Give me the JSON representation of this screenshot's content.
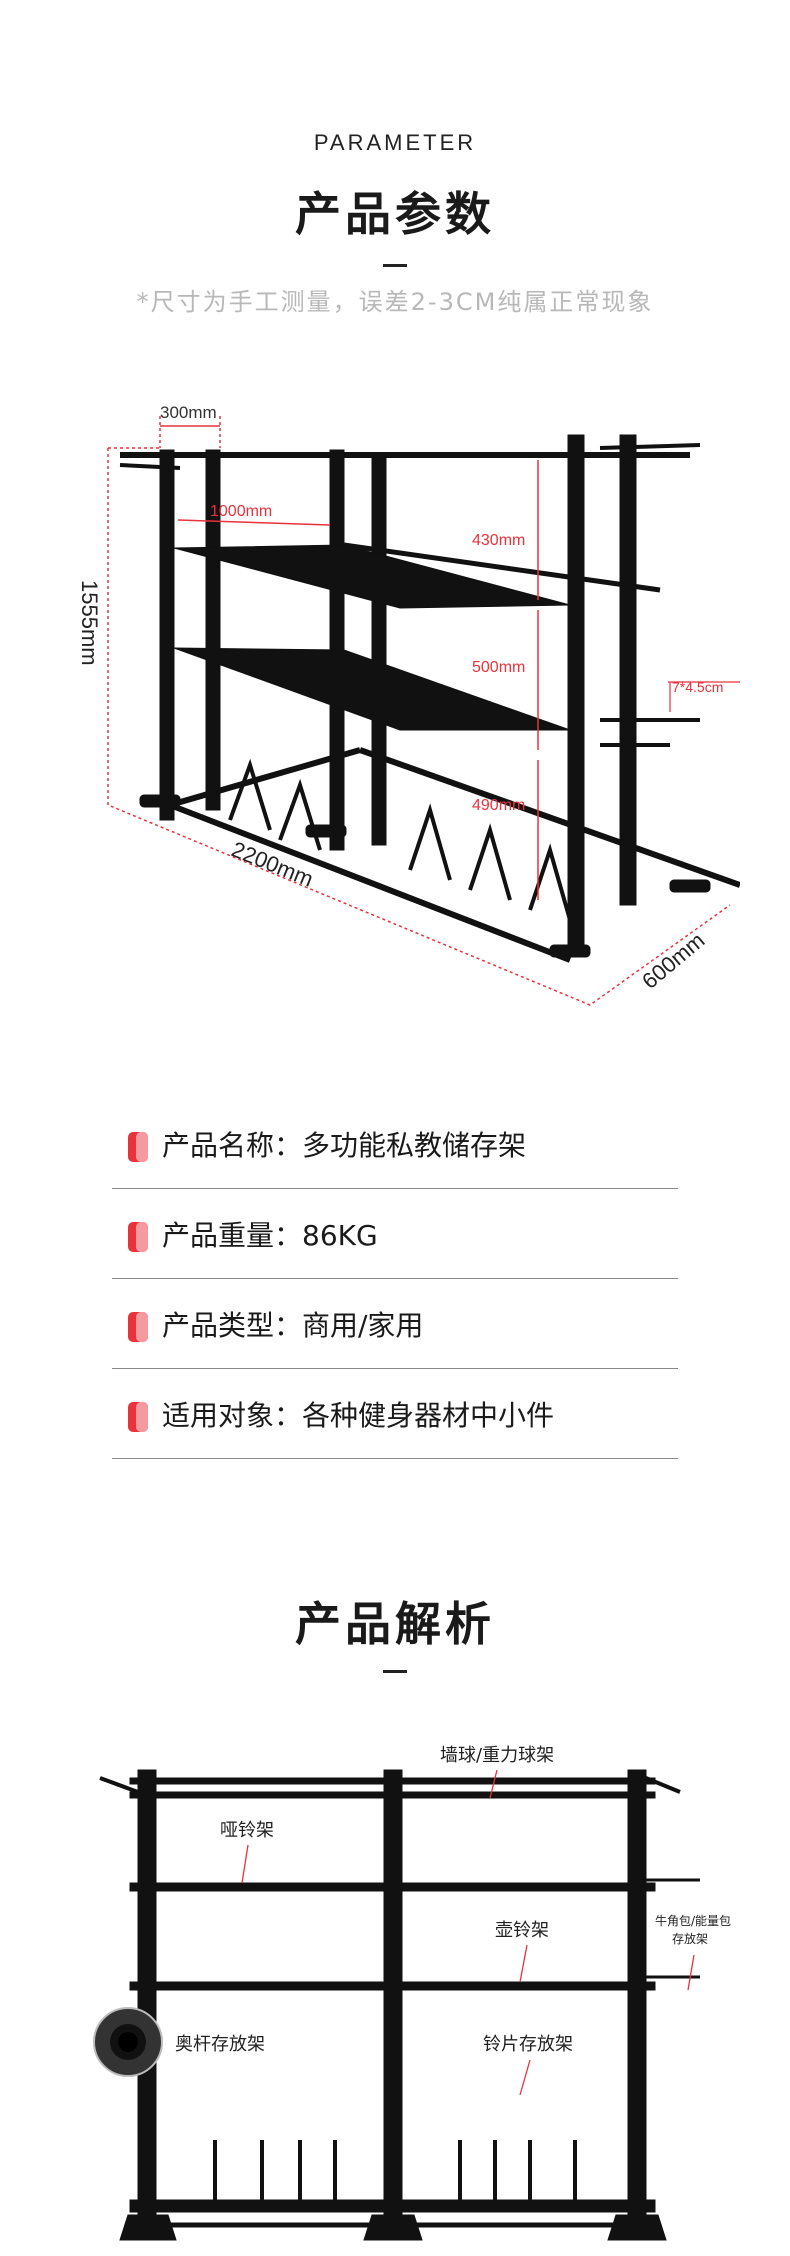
{
  "header": {
    "en_title": "PARAMETER",
    "zh_title": "产品参数",
    "note": "*尺寸为手工测量，误差2-3CM纯属正常现象"
  },
  "dimensions": {
    "depth_top": "300mm",
    "height": "1555mm",
    "width": "2200mm",
    "depth": "600mm",
    "section_width": "1000mm",
    "gap_top": "430mm",
    "gap_mid": "500mm",
    "gap_bottom": "490mm",
    "tube": "7*4.5cm"
  },
  "specs": [
    {
      "text": "产品名称：多功能私教储存架"
    },
    {
      "text": "产品重量：86KG"
    },
    {
      "text": "产品类型：商用/家用"
    },
    {
      "text": "适用对象：各种健身器材中小件"
    }
  ],
  "analysis": {
    "title": "产品解析",
    "labels": {
      "wall_ball": "墙球/重力球架",
      "dumbbell": "哑铃架",
      "kettlebell": "壶铃架",
      "bag_line1": "牛角包/能量包",
      "bag_line2": "存放架",
      "bar": "奥杆存放架",
      "plate": "铃片存放架"
    }
  },
  "colors": {
    "accent": "#e8333d",
    "rack": "#111111",
    "dim_line": "#e8333d",
    "text_gray": "#b8b8b8"
  }
}
